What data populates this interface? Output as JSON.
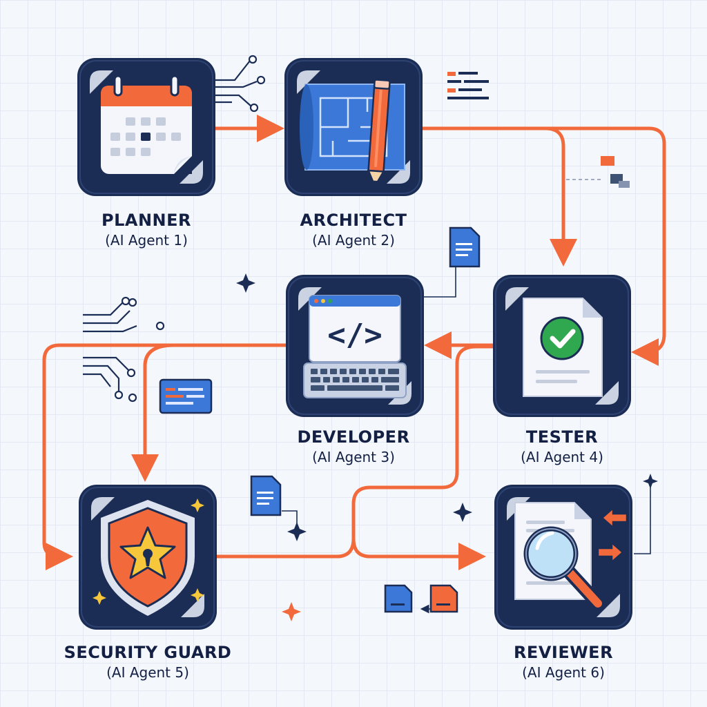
{
  "colors": {
    "navy": "#1b2d55",
    "orange": "#f26a3b",
    "blue": "#3b78d8",
    "green": "#2fa84f",
    "yellow": "#f7c73b",
    "background": "#f4f7fc"
  },
  "agents": [
    {
      "id": "planner",
      "name": "PLANNER",
      "subtitle": "(AI Agent 1)",
      "icon": "calendar-icon"
    },
    {
      "id": "architect",
      "name": "ARCHITECT",
      "subtitle": "(AI Agent 2)",
      "icon": "blueprint-pencil-icon"
    },
    {
      "id": "developer",
      "name": "DEVELOPER",
      "subtitle": "(AI Agent 3)",
      "icon": "code-laptop-icon"
    },
    {
      "id": "tester",
      "name": "TESTER",
      "subtitle": "(AI Agent 4)",
      "icon": "checked-document-icon"
    },
    {
      "id": "security",
      "name": "SECURITY GUARD",
      "subtitle": "(AI Agent 5)",
      "icon": "shield-lock-icon"
    },
    {
      "id": "reviewer",
      "name": "REVIEWER",
      "subtitle": "(AI Agent 6)",
      "icon": "magnifier-document-icon"
    }
  ],
  "code_symbol": "</>"
}
